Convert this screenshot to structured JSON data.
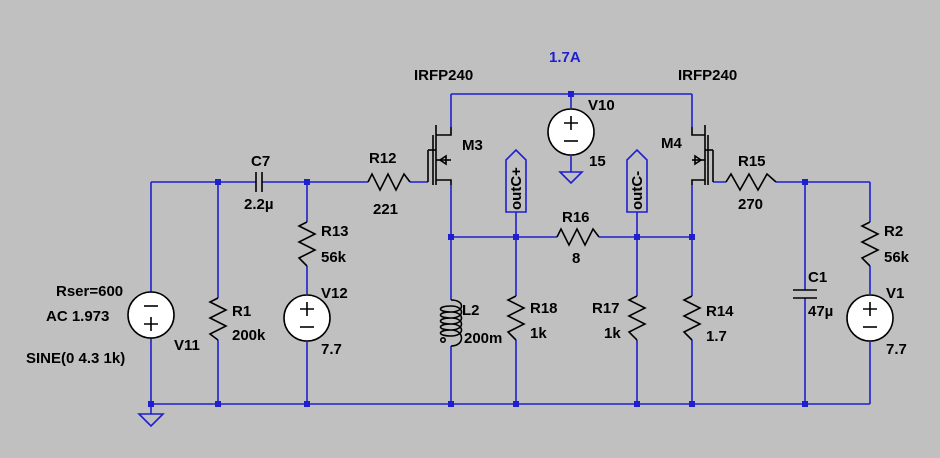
{
  "colors": {
    "background": "#c0c0c0",
    "wire": "#1f1fd0",
    "component": "#000000",
    "annotation": "#1f1fd0"
  },
  "annotation": {
    "current": "1.7A"
  },
  "mosfets": {
    "m3": {
      "name": "M3",
      "part": "IRFP240"
    },
    "m4": {
      "name": "M4",
      "part": "IRFP240"
    }
  },
  "sources": {
    "v10": {
      "name": "V10",
      "value": "15"
    },
    "v11": {
      "name": "V11",
      "rser": "Rser=600",
      "ac": "AC 1.973",
      "sine": "SINE(0 4.3 1k)"
    },
    "v12": {
      "name": "V12",
      "value": "7.7"
    },
    "v1": {
      "name": "V1",
      "value": "7.7"
    }
  },
  "resistors": {
    "r1": {
      "name": "R1",
      "value": "200k"
    },
    "r2": {
      "name": "R2",
      "value": "56k"
    },
    "r12": {
      "name": "R12",
      "value": "221"
    },
    "r13": {
      "name": "R13",
      "value": "56k"
    },
    "r14": {
      "name": "R14",
      "value": "1.7"
    },
    "r15": {
      "name": "R15",
      "value": "270"
    },
    "r16": {
      "name": "R16",
      "value": "8"
    },
    "r17": {
      "name": "R17",
      "value": "1k"
    },
    "r18": {
      "name": "R18",
      "value": "1k"
    }
  },
  "capacitors": {
    "c7": {
      "name": "C7",
      "value": "2.2µ"
    },
    "c1": {
      "name": "C1",
      "value": "47µ"
    }
  },
  "inductors": {
    "l2": {
      "name": "L2",
      "value": "200m"
    }
  },
  "net_labels": {
    "outc_plus": "outC+",
    "outc_minus": "outC-"
  }
}
